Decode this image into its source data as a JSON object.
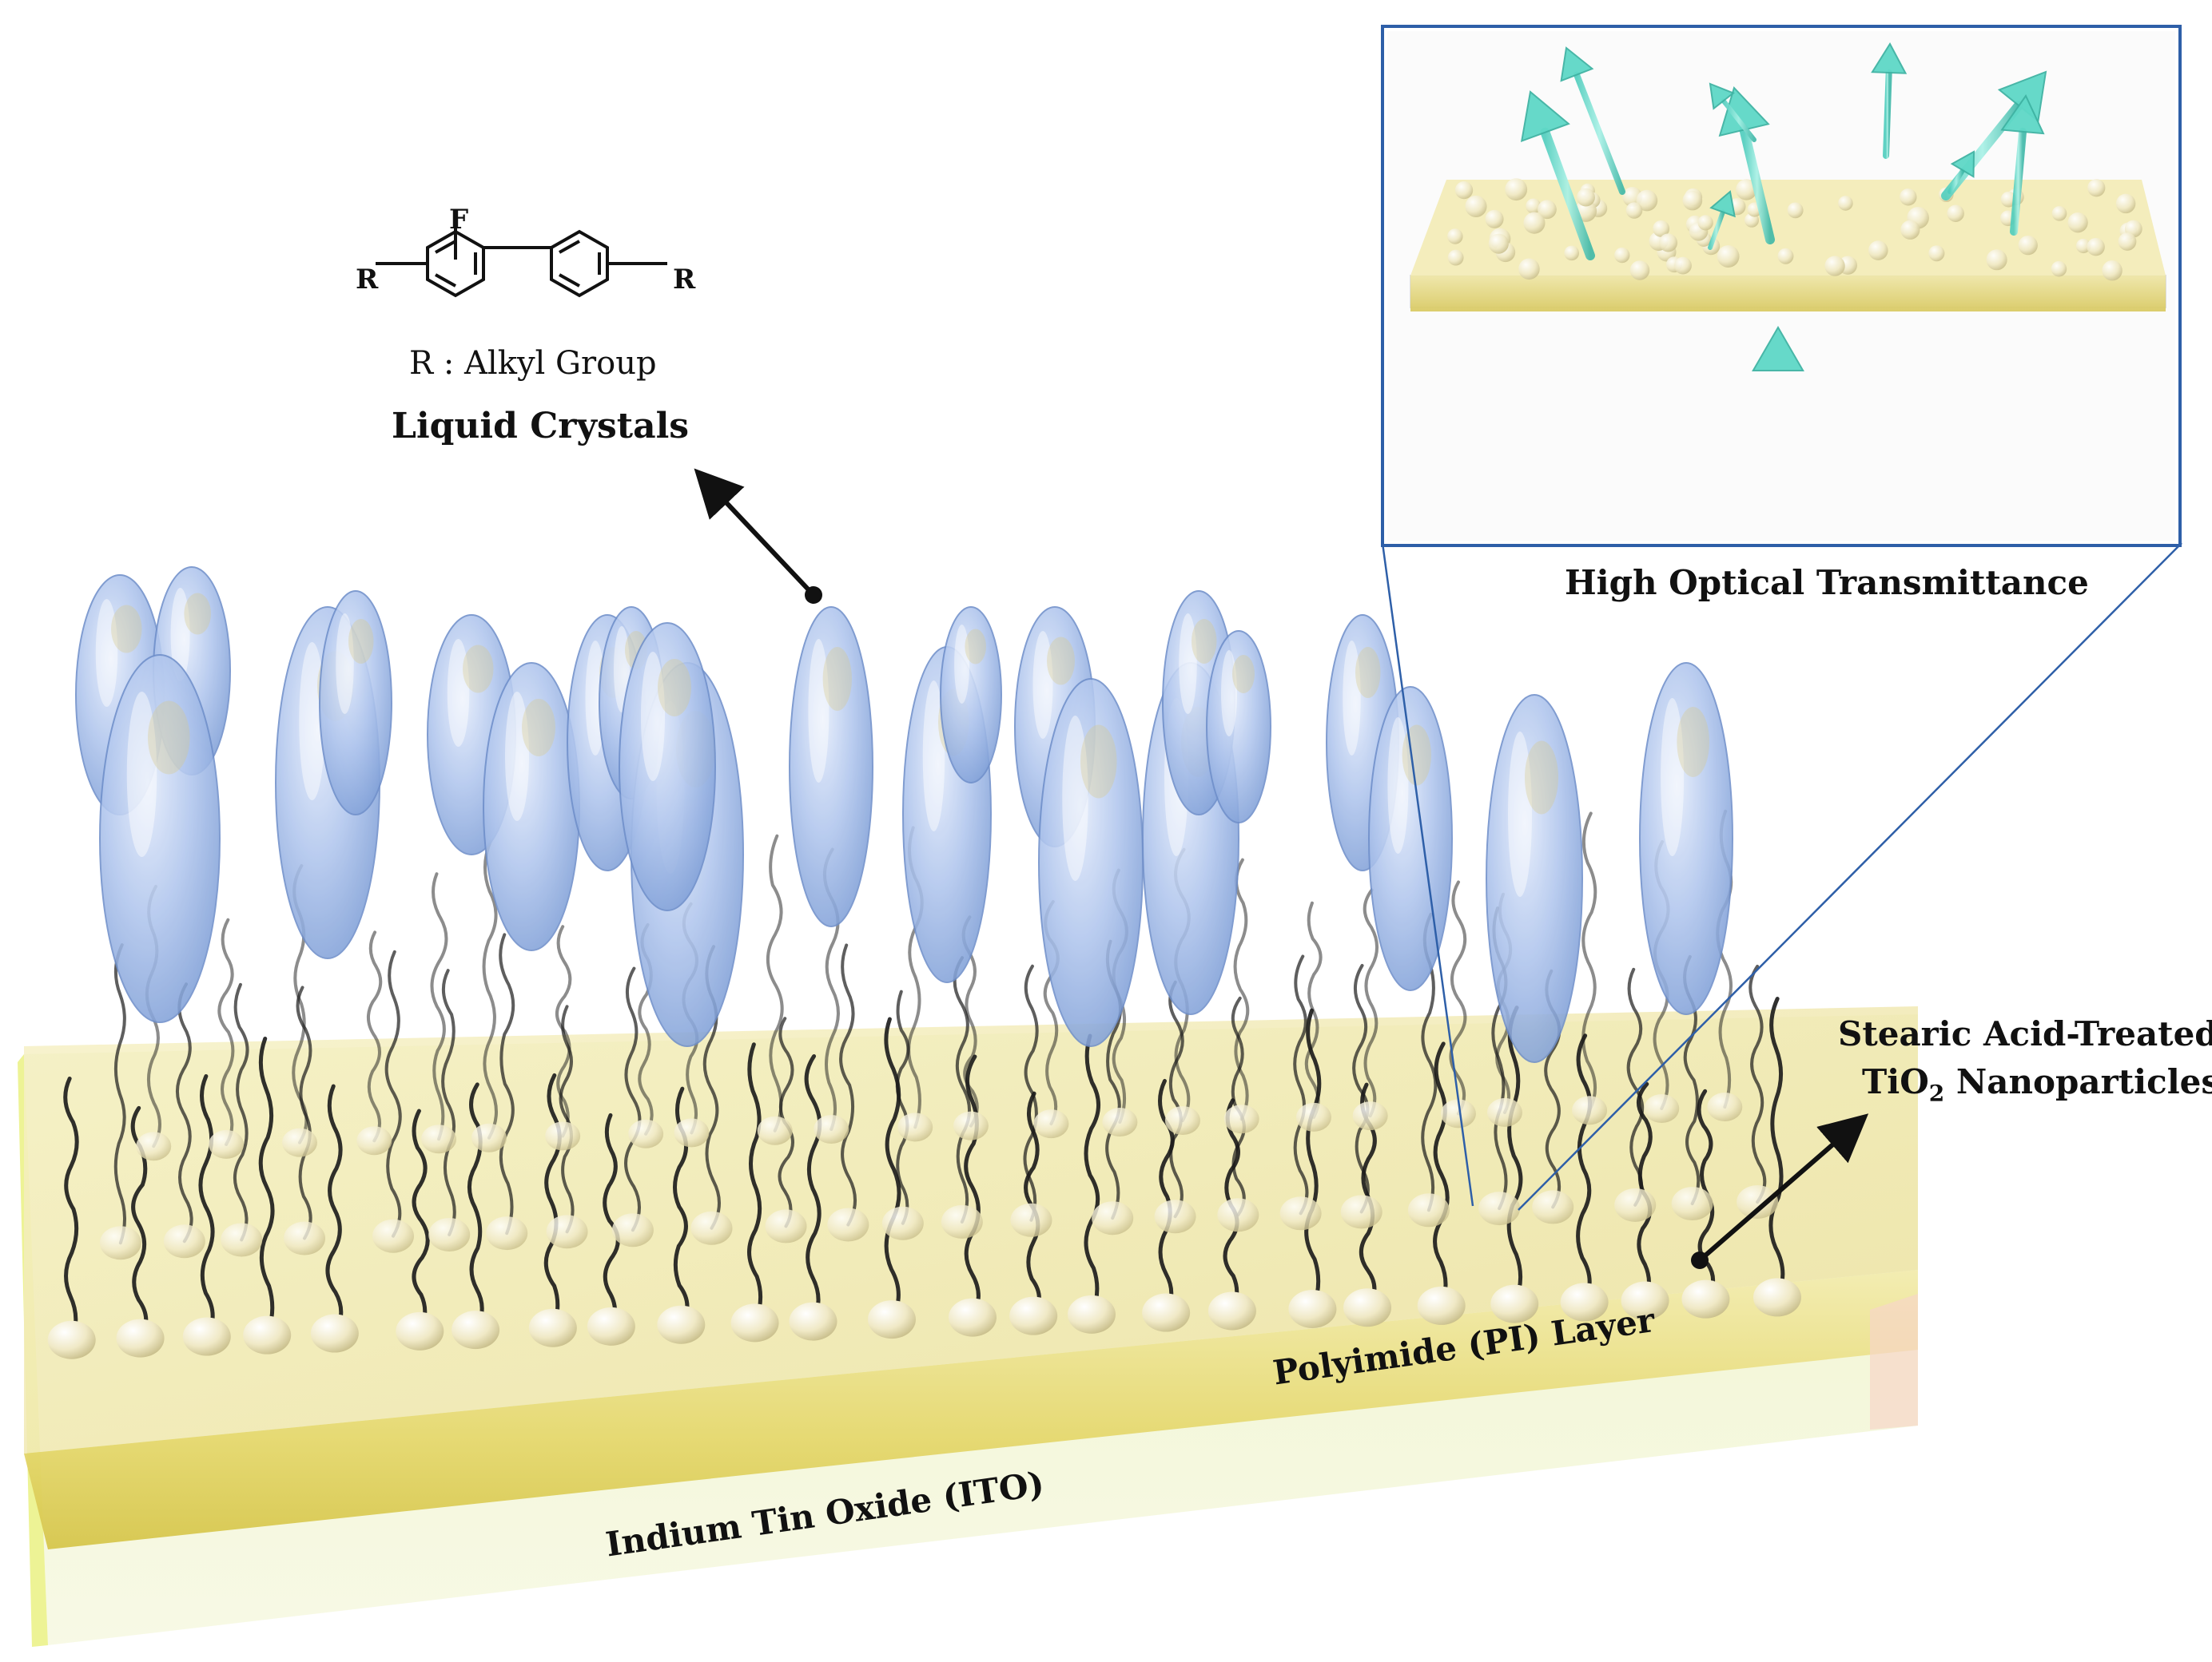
{
  "labels": {
    "liquid_crystals": "Liquid Crystals",
    "r_group": "R : Alkyl Group",
    "chem_f": "F",
    "chem_r": "R",
    "high_optical_transmittance": "High Optical Transmittance",
    "stearic_line1": "Stearic Acid-Treated",
    "stearic_line2_prefix": "TiO",
    "stearic_line2_sub": "2",
    "stearic_line2_suffix": " Nanoparticles",
    "polyimide_layer": "Polyimide (PI) Layer",
    "ito_layer": "Indium Tin Oxide (ITO)"
  },
  "colors": {
    "pi_layer": "#e6dc7a",
    "ito_layer": "#eef3c8",
    "lc_molecule": "#a9c1ec",
    "nanoparticle": "#f2eccb",
    "arrow_light": "#6fe0cf",
    "inset_border": "#2e5fa8"
  }
}
